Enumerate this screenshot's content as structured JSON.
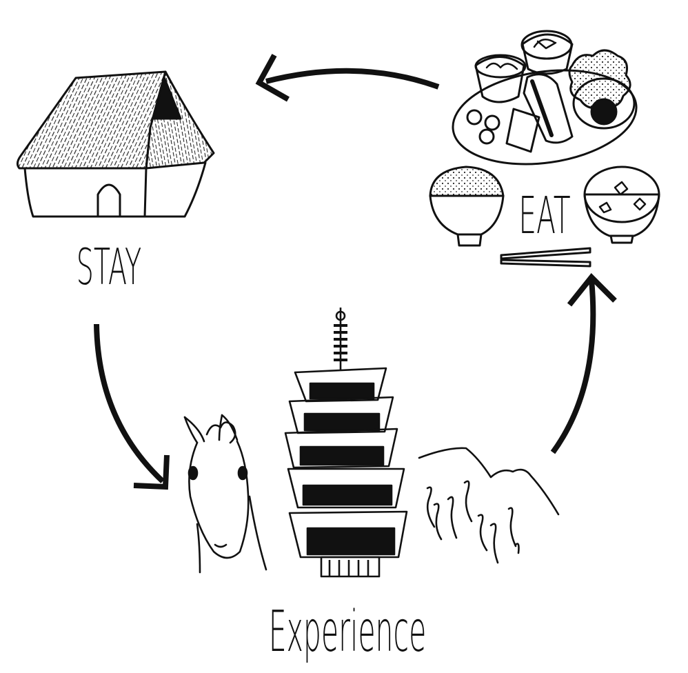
{
  "diagram": {
    "labels": {
      "stay": "STAY",
      "eat": "EAT",
      "experience": "Experience"
    },
    "cycle_order": [
      "STAY",
      "Experience",
      "EAT"
    ],
    "ink_color": "#111111",
    "background_color": "#ffffff",
    "illustrations": {
      "stay": "thatched-roof-house-icon",
      "eat": "japanese-meal-set-icon",
      "experience": "horse-pagoda-mountain-icon"
    }
  }
}
